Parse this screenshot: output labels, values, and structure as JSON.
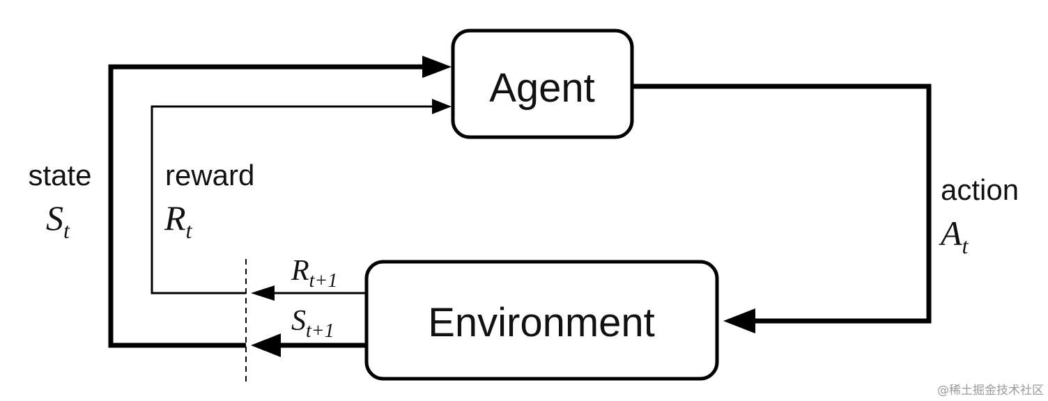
{
  "nodes": {
    "agent": {
      "label": "Agent"
    },
    "environment": {
      "label": "Environment"
    }
  },
  "signals": {
    "state": {
      "word": "state",
      "symbol": "S",
      "subscript": "t"
    },
    "reward": {
      "word": "reward",
      "symbol": "R",
      "subscript": "t"
    },
    "action": {
      "word": "action",
      "symbol": "A",
      "subscript": "t"
    },
    "next_reward": {
      "symbol": "R",
      "subscript": "t+1"
    },
    "next_state": {
      "symbol": "S",
      "subscript": "t+1"
    }
  },
  "watermark": {
    "text": "@稀土掘金技术社区"
  },
  "colors": {
    "line": "#000000",
    "text": "#111111",
    "watermark": "#9a9a9a",
    "background": "#ffffff"
  }
}
